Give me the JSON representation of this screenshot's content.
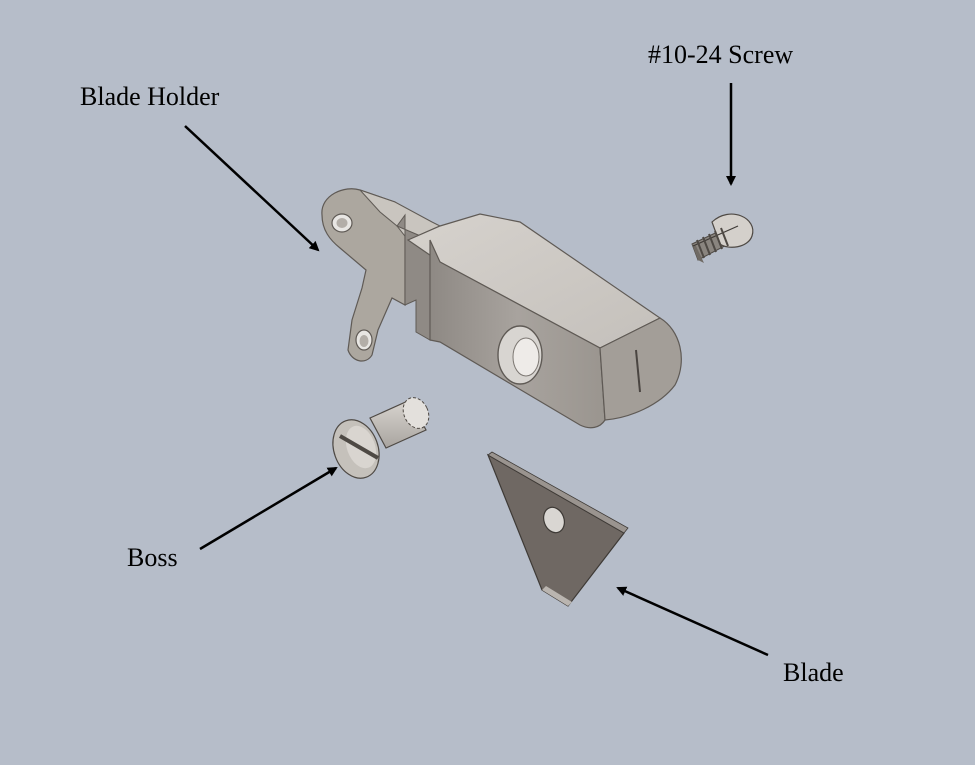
{
  "labels": {
    "blade_holder": "Blade Holder",
    "screw": "#10-24 Screw",
    "boss": "Boss",
    "blade": "Blade"
  },
  "colors": {
    "background": "#b6bdc9",
    "part_light": "#cfcbc6",
    "part_mid": "#a9a49e",
    "part_dark": "#86817c",
    "blade_face": "#6f6863",
    "arrow": "#000000"
  }
}
